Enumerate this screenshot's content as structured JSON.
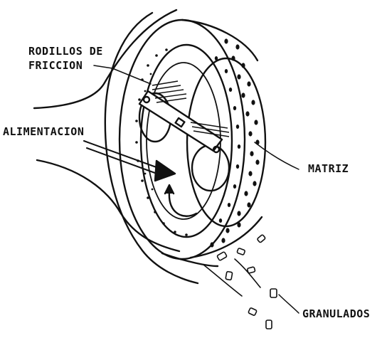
{
  "labels": {
    "friction_rollers": "RODILLOS DE\nFRICCION",
    "feed": "ALIMENTACION",
    "die": "MATRIZ",
    "pellets": "GRANULADOS"
  },
  "colors": {
    "ink": "#111111",
    "background": "#ffffff"
  }
}
